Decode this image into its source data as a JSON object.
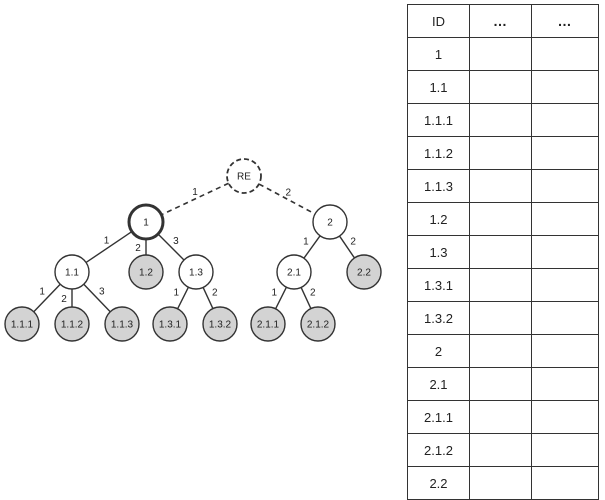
{
  "tree": {
    "nodes": [
      {
        "id": "RE",
        "fill": "white",
        "dashed": true
      },
      {
        "id": "1",
        "fill": "white",
        "bold": true
      },
      {
        "id": "2",
        "fill": "white"
      },
      {
        "id": "1.1",
        "fill": "white"
      },
      {
        "id": "1.2",
        "fill": "gray"
      },
      {
        "id": "1.3",
        "fill": "white"
      },
      {
        "id": "2.1",
        "fill": "white"
      },
      {
        "id": "2.2",
        "fill": "gray"
      },
      {
        "id": "1.1.1",
        "fill": "gray"
      },
      {
        "id": "1.1.2",
        "fill": "gray"
      },
      {
        "id": "1.1.3",
        "fill": "gray"
      },
      {
        "id": "1.3.1",
        "fill": "gray"
      },
      {
        "id": "1.3.2",
        "fill": "gray"
      },
      {
        "id": "2.1.1",
        "fill": "gray"
      },
      {
        "id": "2.1.2",
        "fill": "gray"
      }
    ],
    "edges": [
      {
        "from": "RE",
        "to": "1",
        "label": "1",
        "dashed": true
      },
      {
        "from": "RE",
        "to": "2",
        "label": "2",
        "dashed": true
      },
      {
        "from": "1",
        "to": "1.1",
        "label": "1"
      },
      {
        "from": "1",
        "to": "1.2",
        "label": "2"
      },
      {
        "from": "1",
        "to": "1.3",
        "label": "3"
      },
      {
        "from": "2",
        "to": "2.1",
        "label": "1"
      },
      {
        "from": "2",
        "to": "2.2",
        "label": "2"
      },
      {
        "from": "1.1",
        "to": "1.1.1",
        "label": "1"
      },
      {
        "from": "1.1",
        "to": "1.1.2",
        "label": "2"
      },
      {
        "from": "1.1",
        "to": "1.1.3",
        "label": "3"
      },
      {
        "from": "1.3",
        "to": "1.3.1",
        "label": "1"
      },
      {
        "from": "1.3",
        "to": "1.3.2",
        "label": "2"
      },
      {
        "from": "2.1",
        "to": "2.1.1",
        "label": "1"
      },
      {
        "from": "2.1",
        "to": "2.1.2",
        "label": "2"
      }
    ],
    "colors": {
      "white": "#ffffff",
      "gray": "#d3d3d3",
      "stroke": "#333333"
    }
  },
  "table": {
    "headers": [
      "ID",
      "…",
      "…"
    ],
    "rows": [
      "1",
      "1.1",
      "1.1.1",
      "1.1.2",
      "1.1.3",
      "1.2",
      "1.3",
      "1.3.1",
      "1.3.2",
      "2",
      "2.1",
      "2.1.1",
      "2.1.2",
      "2.2"
    ]
  }
}
